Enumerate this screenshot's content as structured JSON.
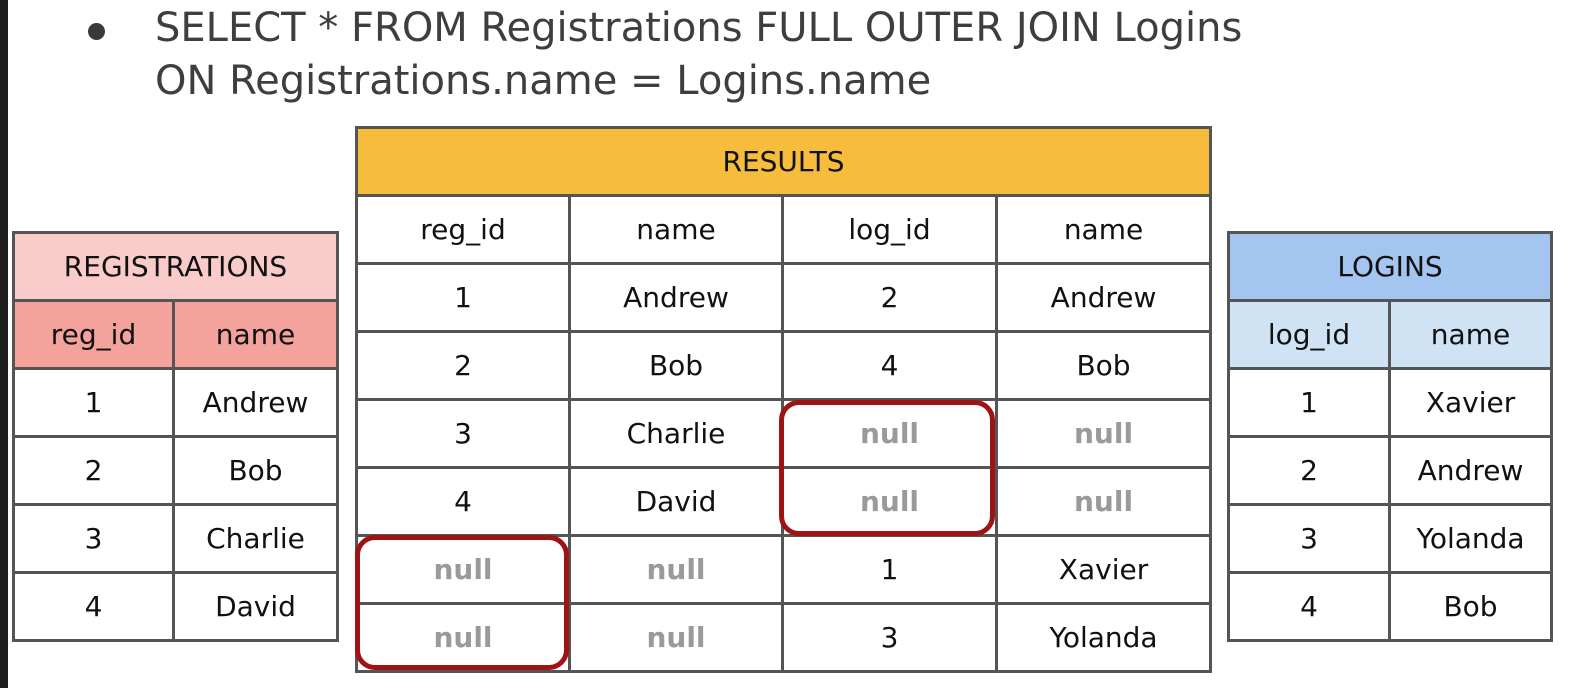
{
  "query": {
    "line1": "SELECT * FROM Registrations FULL OUTER JOIN Logins",
    "line2": "ON Registrations.name = Logins.name"
  },
  "registrations": {
    "title": "REGISTRATIONS",
    "columns": [
      "reg_id",
      "name"
    ],
    "rows": [
      [
        "1",
        "Andrew"
      ],
      [
        "2",
        "Bob"
      ],
      [
        "3",
        "Charlie"
      ],
      [
        "4",
        "David"
      ]
    ]
  },
  "results": {
    "title": "RESULTS",
    "columns": [
      "reg_id",
      "name",
      "log_id",
      "name"
    ],
    "rows": [
      [
        "1",
        "Andrew",
        "2",
        "Andrew"
      ],
      [
        "2",
        "Bob",
        "4",
        "Bob"
      ],
      [
        "3",
        "Charlie",
        "null",
        "null"
      ],
      [
        "4",
        "David",
        "null",
        "null"
      ],
      [
        "null",
        "null",
        "1",
        "Xavier"
      ],
      [
        "null",
        "null",
        "3",
        "Yolanda"
      ]
    ]
  },
  "logins": {
    "title": "LOGINS",
    "columns": [
      "log_id",
      "name"
    ],
    "rows": [
      [
        "1",
        "Xavier"
      ],
      [
        "2",
        "Andrew"
      ],
      [
        "3",
        "Yolanda"
      ],
      [
        "4",
        "Bob"
      ]
    ]
  },
  "colors": {
    "registrations_title": "#f9cbc9",
    "registrations_header": "#f4a29c",
    "results_title": "#f6bc3c",
    "logins_title": "#a4c5f0",
    "logins_header": "#d0e3f5",
    "highlight_border": "#9e1313",
    "null_text": "#9a9a9a"
  }
}
